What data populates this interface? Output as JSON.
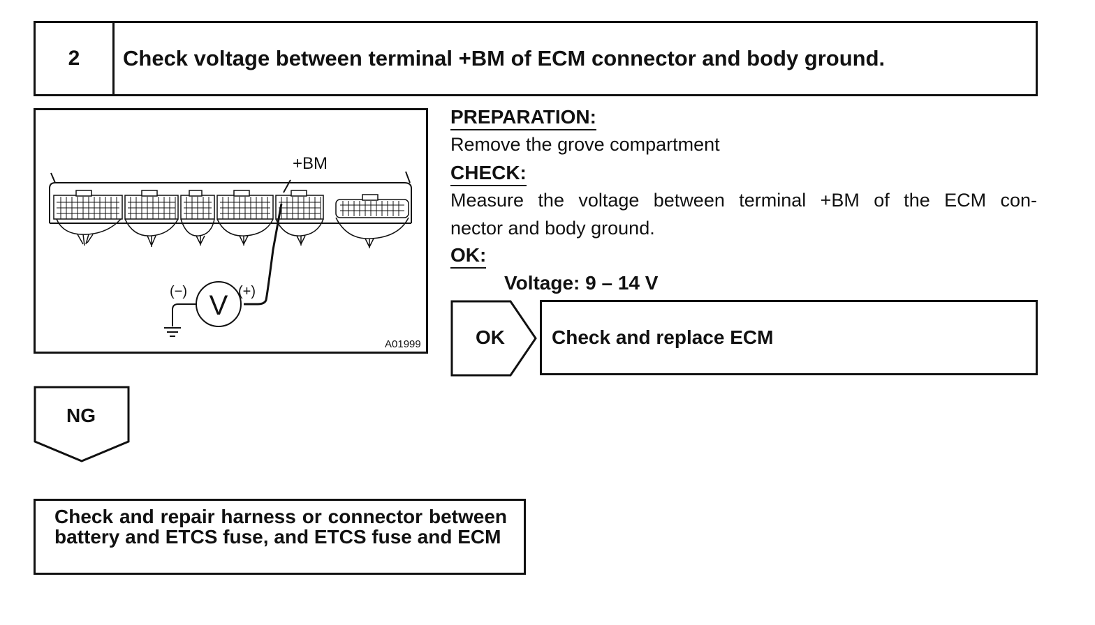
{
  "step": {
    "number": "2",
    "title": "Check voltage between terminal +BM of ECM connector and body ground."
  },
  "figure": {
    "terminal_label": "+BM",
    "minus_label": "(−)",
    "plus_label": "(+)",
    "meter_symbol": "V",
    "figure_code": "A01999"
  },
  "preparation": {
    "heading": "PREPARATION:",
    "text": "Remove the grove compartment"
  },
  "check": {
    "heading": "CHECK:",
    "line1": "Measure the voltage between terminal +BM of the ECM con-",
    "line2": "nector and body ground."
  },
  "ok": {
    "heading": "OK:",
    "value": "Voltage: 9 – 14 V",
    "label": "OK",
    "result": "Check and replace ECM"
  },
  "ng": {
    "label": "NG",
    "result": "Check and repair harness or connector between battery and ETCS fuse, and ETCS fuse and ECM"
  }
}
